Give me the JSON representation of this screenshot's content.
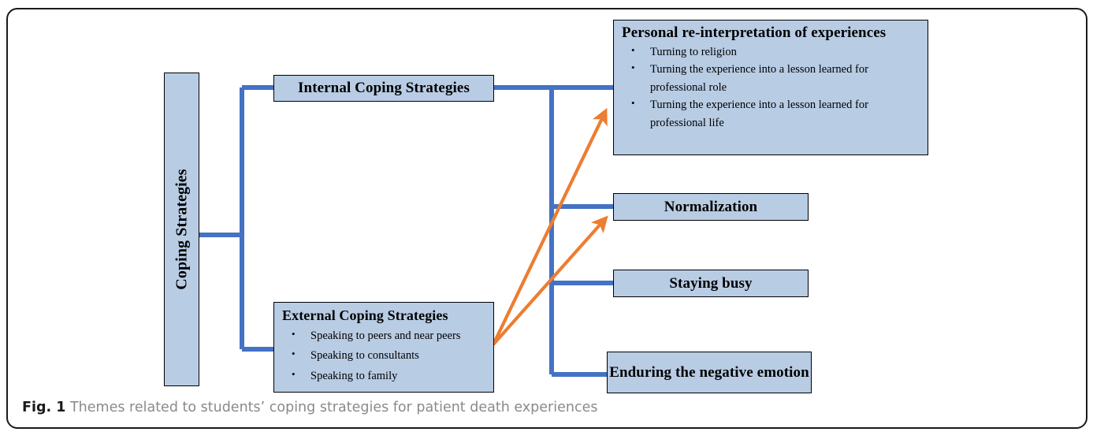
{
  "figure": {
    "caption_label": "Fig. 1",
    "caption_text": "Themes related to students’ coping strategies for patient death experiences"
  },
  "colors": {
    "node_fill": "#b8cce4",
    "node_border": "#000000",
    "connector_blue": "#4472c4",
    "arrow_orange": "#ed7d31",
    "frame_border": "#1a1a1a",
    "caption_text": "#8a8a8a"
  },
  "diagram": {
    "root": {
      "label": "Coping Strategies"
    },
    "branches": {
      "internal": {
        "label": "Internal Coping Strategies"
      },
      "external": {
        "label": "External Coping Strategies",
        "items": [
          "Speaking to peers and near peers",
          "Speaking to consultants",
          "Speaking to family"
        ]
      }
    },
    "outcomes": [
      {
        "id": "personal-reinterpretation",
        "label": "Personal re-interpretation of experiences",
        "items": [
          "Turning to religion",
          "Turning the experience into a lesson learned for professional role",
          "Turning the experience into a lesson learned for professional life"
        ]
      },
      {
        "id": "normalization",
        "label": "Normalization",
        "items": []
      },
      {
        "id": "staying-busy",
        "label": "Staying busy",
        "items": []
      },
      {
        "id": "enduring-negative-emotion",
        "label": "Enduring the negative emotion",
        "items": []
      }
    ]
  }
}
